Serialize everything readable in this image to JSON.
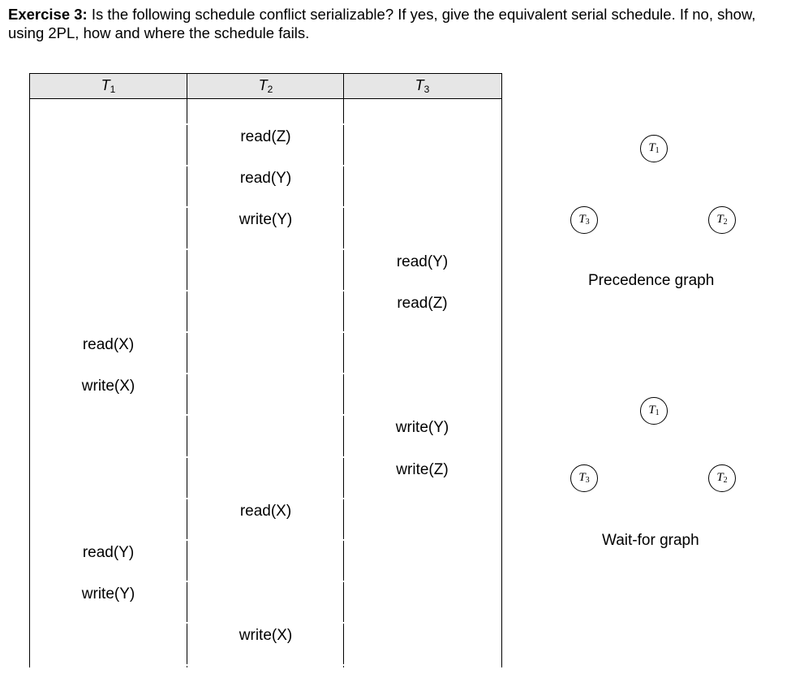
{
  "exercise": {
    "label": "Exercise 3:",
    "text": " Is the following schedule conflict serializable? If yes, give the equivalent serial schedule. If no, show, using 2PL, how and where the schedule fails."
  },
  "schedule": {
    "columns": [
      {
        "name": "T",
        "sub": "1"
      },
      {
        "name": "T",
        "sub": "2"
      },
      {
        "name": "T",
        "sub": "3"
      }
    ],
    "ops": [
      {
        "col": 1,
        "text": "read(Z)"
      },
      {
        "col": 1,
        "text": "read(Y)"
      },
      {
        "col": 1,
        "text": "write(Y)"
      },
      {
        "col": 2,
        "text": "read(Y)"
      },
      {
        "col": 2,
        "text": "read(Z)"
      },
      {
        "col": 0,
        "text": "read(X)"
      },
      {
        "col": 0,
        "text": "write(X)"
      },
      {
        "col": 2,
        "text": "write(Y)"
      },
      {
        "col": 2,
        "text": "write(Z)"
      },
      {
        "col": 1,
        "text": "read(X)"
      },
      {
        "col": 0,
        "text": "read(Y)"
      },
      {
        "col": 0,
        "text": "write(Y)"
      },
      {
        "col": 1,
        "text": "write(X)"
      }
    ]
  },
  "precedence_graph": {
    "caption": "Precedence graph",
    "nodes": [
      {
        "name": "T",
        "sub": "1"
      },
      {
        "name": "T",
        "sub": "3"
      },
      {
        "name": "T",
        "sub": "2"
      }
    ]
  },
  "wait_for_graph": {
    "caption": "Wait-for graph",
    "nodes": [
      {
        "name": "T",
        "sub": "1"
      },
      {
        "name": "T",
        "sub": "3"
      },
      {
        "name": "T",
        "sub": "2"
      }
    ]
  }
}
